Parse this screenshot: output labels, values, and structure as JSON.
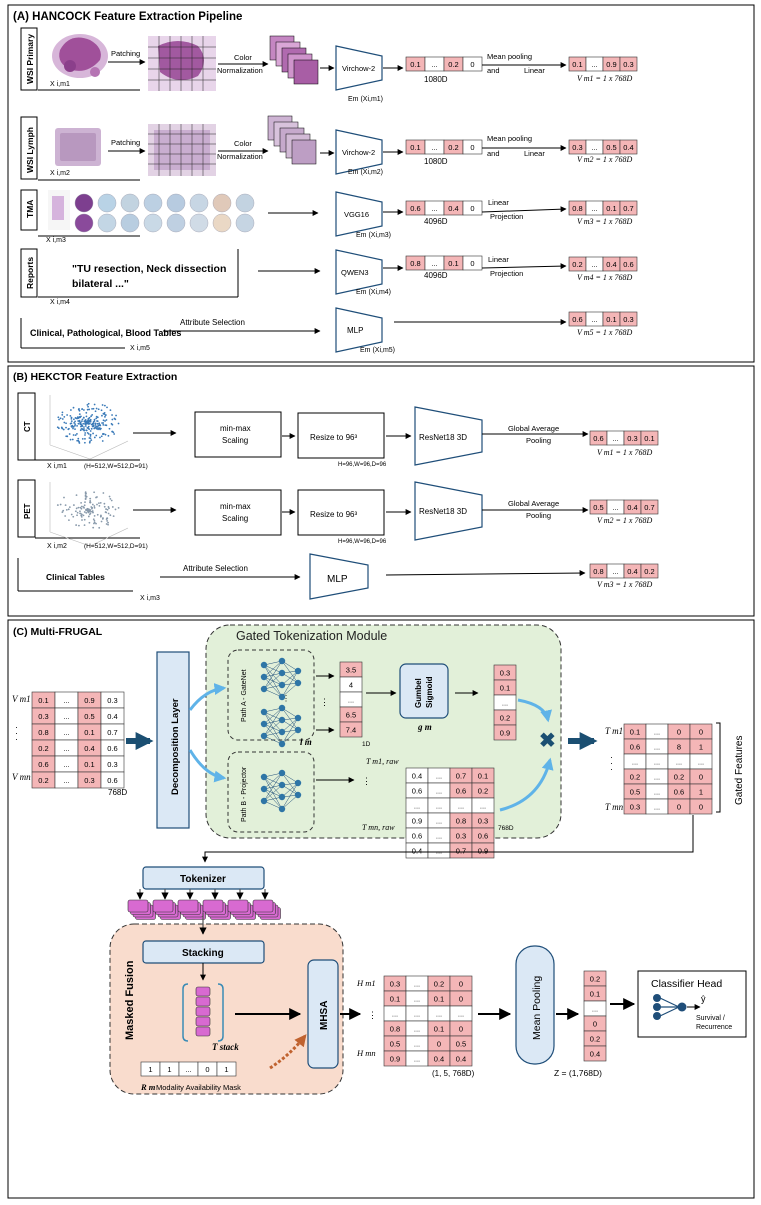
{
  "sectionA": {
    "title": "(A) HANCOCK Feature Extraction Pipeline",
    "rows": [
      {
        "side": "WSI Primary",
        "x": "X i,m1",
        "patching": "Patching",
        "color1": "Color",
        "color2": "Normalization",
        "encoder": "Virchow-2",
        "em": "Em (Xi,m1)",
        "vec": [
          "0.1",
          "...",
          "0.2",
          "0"
        ],
        "dim": "1080D",
        "op1": "Mean pooling",
        "op2a": "and",
        "op2b": "Linear",
        "out": [
          "0.1",
          "...",
          "0.9",
          "0.3"
        ],
        "outLabel": "V m1 = 1 x 768D"
      },
      {
        "side": "WSI Lymph",
        "x": "X i,m2",
        "patching": "Patching",
        "color1": "Color",
        "color2": "Normalization",
        "encoder": "Virchow-2",
        "em": "Em (Xi,m2)",
        "vec": [
          "0.1",
          "...",
          "0.2",
          "0"
        ],
        "dim": "1080D",
        "op1": "Mean pooling",
        "op2a": "and",
        "op2b": "Linear",
        "out": [
          "0.3",
          "...",
          "0.5",
          "0.4"
        ],
        "outLabel": "V m2 = 1 x 768D"
      },
      {
        "side": "TMA",
        "x": "X i,m3",
        "encoder": "VGG16",
        "em": "Em (Xi,m3)",
        "vec": [
          "0.6",
          "...",
          "0.4",
          "0"
        ],
        "dim": "4096D",
        "op1": "Linear",
        "op2b": "Projection",
        "out": [
          "0.8",
          "...",
          "0.1",
          "0.7"
        ],
        "outLabel": "V m3 = 1 x 768D"
      },
      {
        "side": "Reports",
        "x": "X i,m4",
        "quote1": "\"TU resection, Neck dissection",
        "quote2": "bilateral ...\"",
        "encoder": "QWEN3",
        "em": "Em (Xi,m4)",
        "vec": [
          "0.8",
          "...",
          "0.1",
          "0"
        ],
        "dim": "4096D",
        "op1": "Linear",
        "op2b": "Projection",
        "out": [
          "0.2",
          "...",
          "0.4",
          "0.6"
        ],
        "outLabel": "V m4 = 1 x 768D"
      },
      {
        "side": "Clinical, Pathological, Blood Tables",
        "x": "X i,m5",
        "op": "Attribute Selection",
        "encoder": "MLP",
        "em": "Em (Xi,m5)",
        "out": [
          "0.6",
          "...",
          "0.1",
          "0.3"
        ],
        "outLabel": "V m5 = 1 x 768D"
      }
    ]
  },
  "sectionB": {
    "title": "(B) HEKCTOR Feature Extraction",
    "rows": [
      {
        "side": "CT",
        "x": "X i,m1",
        "dims": "(H=512,W=512,D=91)",
        "scale1": "min-max",
        "scale2": "Scaling",
        "resize": "Resize to 96³",
        "hw": "H=96,W=96,D=96",
        "net": "ResNet18 3D",
        "op1": "Global Average",
        "op2": "Pooling",
        "out": [
          "0.6",
          "...",
          "0.3",
          "0.1"
        ],
        "outLabel": "V m1 = 1 x 768D"
      },
      {
        "side": "PET",
        "x": "X i,m2",
        "dims": "(H=512,W=512,D=91)",
        "scale1": "min-max",
        "scale2": "Scaling",
        "resize": "Resize to 96³",
        "hw": "H=96,W=96,D=96",
        "net": "ResNet18 3D",
        "op1": "Global Average",
        "op2": "Pooling",
        "out": [
          "0.5",
          "...",
          "0.4",
          "0.7"
        ],
        "outLabel": "V m2 = 1 x 768D"
      },
      {
        "side": "Clinical Tables",
        "x": "X i,m3",
        "op": "Attribute Selection",
        "net": "MLP",
        "out": [
          "0.8",
          "...",
          "0.4",
          "0.2"
        ],
        "outLabel": "V m3 = 1 x 768D"
      }
    ]
  },
  "sectionC": {
    "title": "(C) Multi-FRUGAL",
    "gtm": "Gated Tokenization Module",
    "decomp": "Decomposition Layer",
    "pathA": "Path A - GateNet",
    "pathB": "Path B - Projector",
    "lm": "l m",
    "gumbel1": "Gumbel",
    "gumbel2": "Sigmoid",
    "gm": "g m",
    "oneD": "1D",
    "d768": "768D",
    "gated": "Gated Features",
    "tokenizer": "Tokenizer",
    "masked": "Masked Fusion",
    "stacking": "Stacking",
    "tstack": "T stack",
    "mhsa": "MHSA",
    "mask": [
      "1",
      "1",
      "...",
      "0",
      "1"
    ],
    "maskLabel": "Modality Availability Mask",
    "rm": "R m",
    "meanPool": "Mean Pooling",
    "shapeH": "(1, 5, 768D)",
    "z": "Z = (1,768D)",
    "cls": "Classifier Head",
    "yhat": "ŷ",
    "surv1": "Survival /",
    "surv2": "Recurrence",
    "vm1": "V m1",
    "vmn": "V mn",
    "tm1": "T m1",
    "tmn": "T mn",
    "tm1raw": "T m1, raw",
    "tmnraw": "T mn, raw",
    "hm1": "H m1",
    "hmn": "H mn",
    "inMatrix": [
      [
        "0.1",
        "...",
        "0.9",
        "0.3"
      ],
      [
        "0.3",
        "...",
        "0.5",
        "0.4"
      ],
      [
        "0.8",
        "...",
        "0.1",
        "0.7"
      ],
      [
        "0.2",
        "...",
        "0.4",
        "0.6"
      ],
      [
        "0.6",
        "...",
        "0.1",
        "0.3"
      ],
      [
        "0.2",
        "...",
        "0.3",
        "0.6"
      ]
    ],
    "gateVec": [
      "3.5",
      "4",
      "...",
      "6.5",
      "7.4"
    ],
    "gVec": [
      "0.3",
      "0.1",
      "...",
      "0.2",
      "0.9"
    ],
    "rawMatrix": [
      [
        "0.4",
        "...",
        "0.7",
        "0.1"
      ],
      [
        "0.6",
        "...",
        "0.6",
        "0.2"
      ],
      [
        "...",
        "...",
        "...",
        "..."
      ],
      [
        "0.9",
        "...",
        "0.8",
        "0.3"
      ],
      [
        "0.6",
        "...",
        "0.3",
        "0.6"
      ],
      [
        "0.4",
        "...",
        "0.7",
        "0.9"
      ]
    ],
    "gatedMatrix": [
      [
        "0.1",
        "...",
        "0",
        "0"
      ],
      [
        "0.6",
        "...",
        "8",
        "1"
      ],
      [
        "...",
        "...",
        "...",
        "..."
      ],
      [
        "0.2",
        "...",
        "0.2",
        "0"
      ],
      [
        "0.5",
        "...",
        "0.6",
        "1"
      ],
      [
        "0.3",
        "...",
        "0",
        "0"
      ]
    ],
    "hMatrix": [
      [
        "0.3",
        "...",
        "0.2",
        "0"
      ],
      [
        "0.1",
        "...",
        "0.1",
        "0"
      ],
      [
        "...",
        "...",
        "...",
        "..."
      ],
      [
        "0.8",
        "...",
        "0.1",
        "0"
      ],
      [
        "0.5",
        "...",
        "0",
        "0.5"
      ],
      [
        "0.9",
        "...",
        "0.4",
        "0.4"
      ]
    ],
    "zVec": [
      "0.2",
      "0.1",
      "...",
      "0",
      "0.2",
      "0.4"
    ]
  }
}
